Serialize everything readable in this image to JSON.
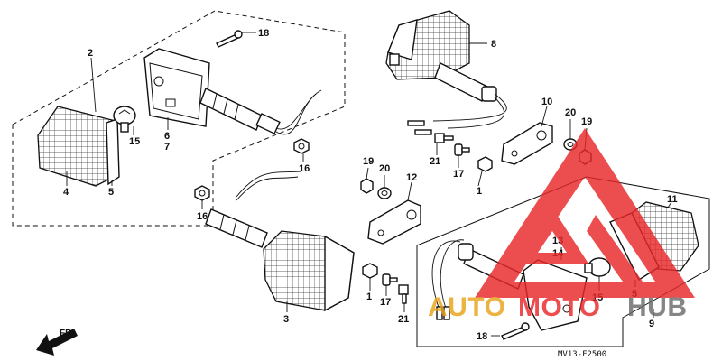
{
  "diagram": {
    "code": "MV13-F2500",
    "direction_label": "FR.",
    "callouts": [
      {
        "id": "c1",
        "text": "18"
      },
      {
        "id": "c2",
        "text": "2"
      },
      {
        "id": "c3",
        "text": "15"
      },
      {
        "id": "c4",
        "text": "6"
      },
      {
        "id": "c5",
        "text": "7"
      },
      {
        "id": "c6",
        "text": "4"
      },
      {
        "id": "c7",
        "text": "5"
      },
      {
        "id": "c8",
        "text": "16"
      },
      {
        "id": "c9",
        "text": "16"
      },
      {
        "id": "c10",
        "text": "3"
      },
      {
        "id": "c11",
        "text": "8"
      },
      {
        "id": "c12",
        "text": "10"
      },
      {
        "id": "c13",
        "text": "20"
      },
      {
        "id": "c14",
        "text": "19"
      },
      {
        "id": "c15",
        "text": "21"
      },
      {
        "id": "c16",
        "text": "17"
      },
      {
        "id": "c17",
        "text": "1"
      },
      {
        "id": "c18",
        "text": "19"
      },
      {
        "id": "c19",
        "text": "20"
      },
      {
        "id": "c20",
        "text": "12"
      },
      {
        "id": "c21",
        "text": "1"
      },
      {
        "id": "c22",
        "text": "17"
      },
      {
        "id": "c23",
        "text": "21"
      },
      {
        "id": "c24",
        "text": "11"
      },
      {
        "id": "c25",
        "text": "13"
      },
      {
        "id": "c26",
        "text": "14"
      },
      {
        "id": "c27",
        "text": "15"
      },
      {
        "id": "c28",
        "text": "5"
      },
      {
        "id": "c29",
        "text": "9"
      },
      {
        "id": "c30",
        "text": "18"
      }
    ]
  },
  "watermark": {
    "part1": "AUTO",
    "part2": "MOTO",
    "part3": "HUB",
    "color_gold": "#e8a317",
    "color_red": "#e8282a",
    "color_grey": "#6b6b6b"
  }
}
